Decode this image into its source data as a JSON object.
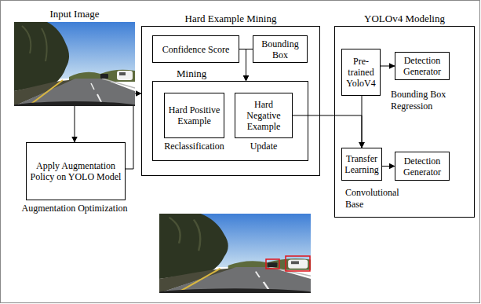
{
  "diagram": {
    "nodes": [
      {
        "text": [
          "Input Image"
        ]
      },
      {
        "text": [
          "Apply Augmentation Policy on YOLO Model"
        ]
      },
      {
        "text": [
          "Hard Example Mining"
        ]
      },
      {
        "text": [
          "Confidence Score"
        ],
        "in": 2
      },
      {
        "text": [
          "Bounding Box"
        ],
        "in": 2
      },
      {
        "text": [
          "Mining"
        ],
        "in": 2
      },
      {
        "text": [
          "Hard Positive Example"
        ],
        "in": 5
      },
      {
        "text": [
          "Hard Negative Example"
        ],
        "in": 5
      },
      {
        "text": [
          "YOLOv4 Modeling"
        ]
      },
      {
        "text": [
          "Pre-trained YoloV4"
        ],
        "in": 8
      },
      {
        "text": [
          "Detection Generator"
        ],
        "in": 8
      },
      {
        "text": [
          "Transfer Learning"
        ],
        "in": 8
      },
      {
        "text": [
          "Detection Generator"
        ],
        "in": 8
      }
    ],
    "edges": [
      {
        "from": 0,
        "to": 1,
        "arrow": "to"
      },
      {
        "from": 1,
        "to": 2,
        "arrow": "to"
      },
      {
        "from": 3,
        "to": 5,
        "arrow": "to"
      },
      {
        "from": 4,
        "to": 5,
        "arrow": "to"
      },
      {
        "from": 7,
        "to": 11,
        "arrow": "to"
      },
      {
        "from": 9,
        "to": 11,
        "arrow": "to"
      },
      {
        "from": 9,
        "to": 10,
        "arrow": "to"
      },
      {
        "from": 11,
        "to": 12,
        "arrow": "to"
      }
    ],
    "labels": [
      "Augmentation Optimization",
      "Reclassification",
      "Update",
      "Bounding Box Regression",
      "Convolutional Base"
    ]
  }
}
